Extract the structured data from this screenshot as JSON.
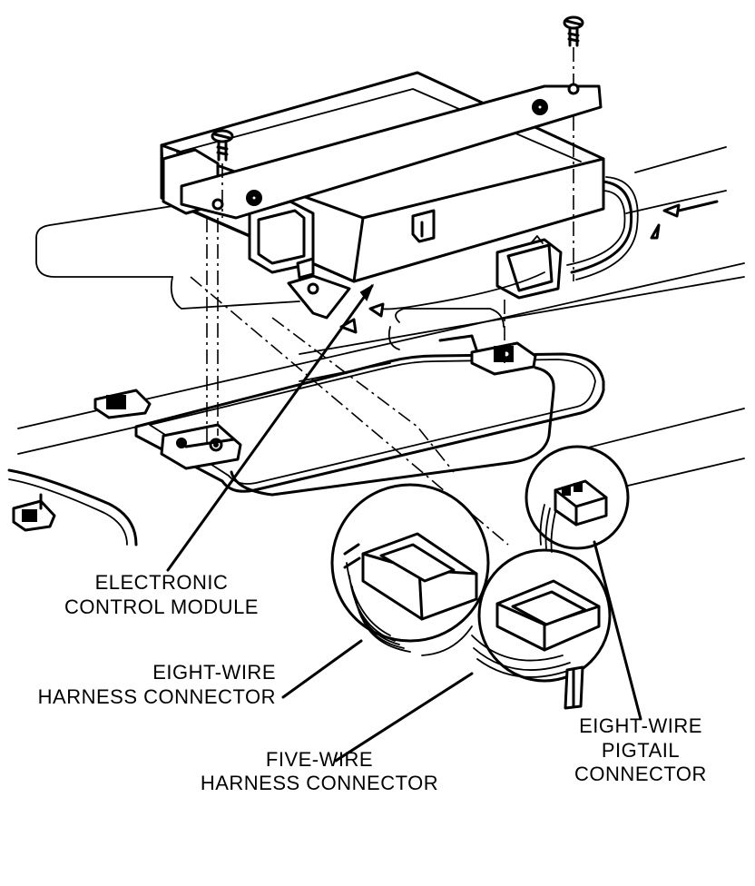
{
  "labels": {
    "ecm_line1": "ELECTRONIC",
    "ecm_line2": "CONTROL MODULE",
    "eight_harness_line1": "EIGHT-WIRE",
    "eight_harness_line2": "HARNESS CONNECTOR",
    "five_harness_line1": "FIVE-WIRE",
    "five_harness_line2": "HARNESS CONNECTOR",
    "pigtail_line1": "EIGHT-WIRE",
    "pigtail_line2": "PIGTAIL",
    "pigtail_line3": "CONNECTOR"
  },
  "colors": {
    "ink": "#000000",
    "paper": "#ffffff"
  }
}
